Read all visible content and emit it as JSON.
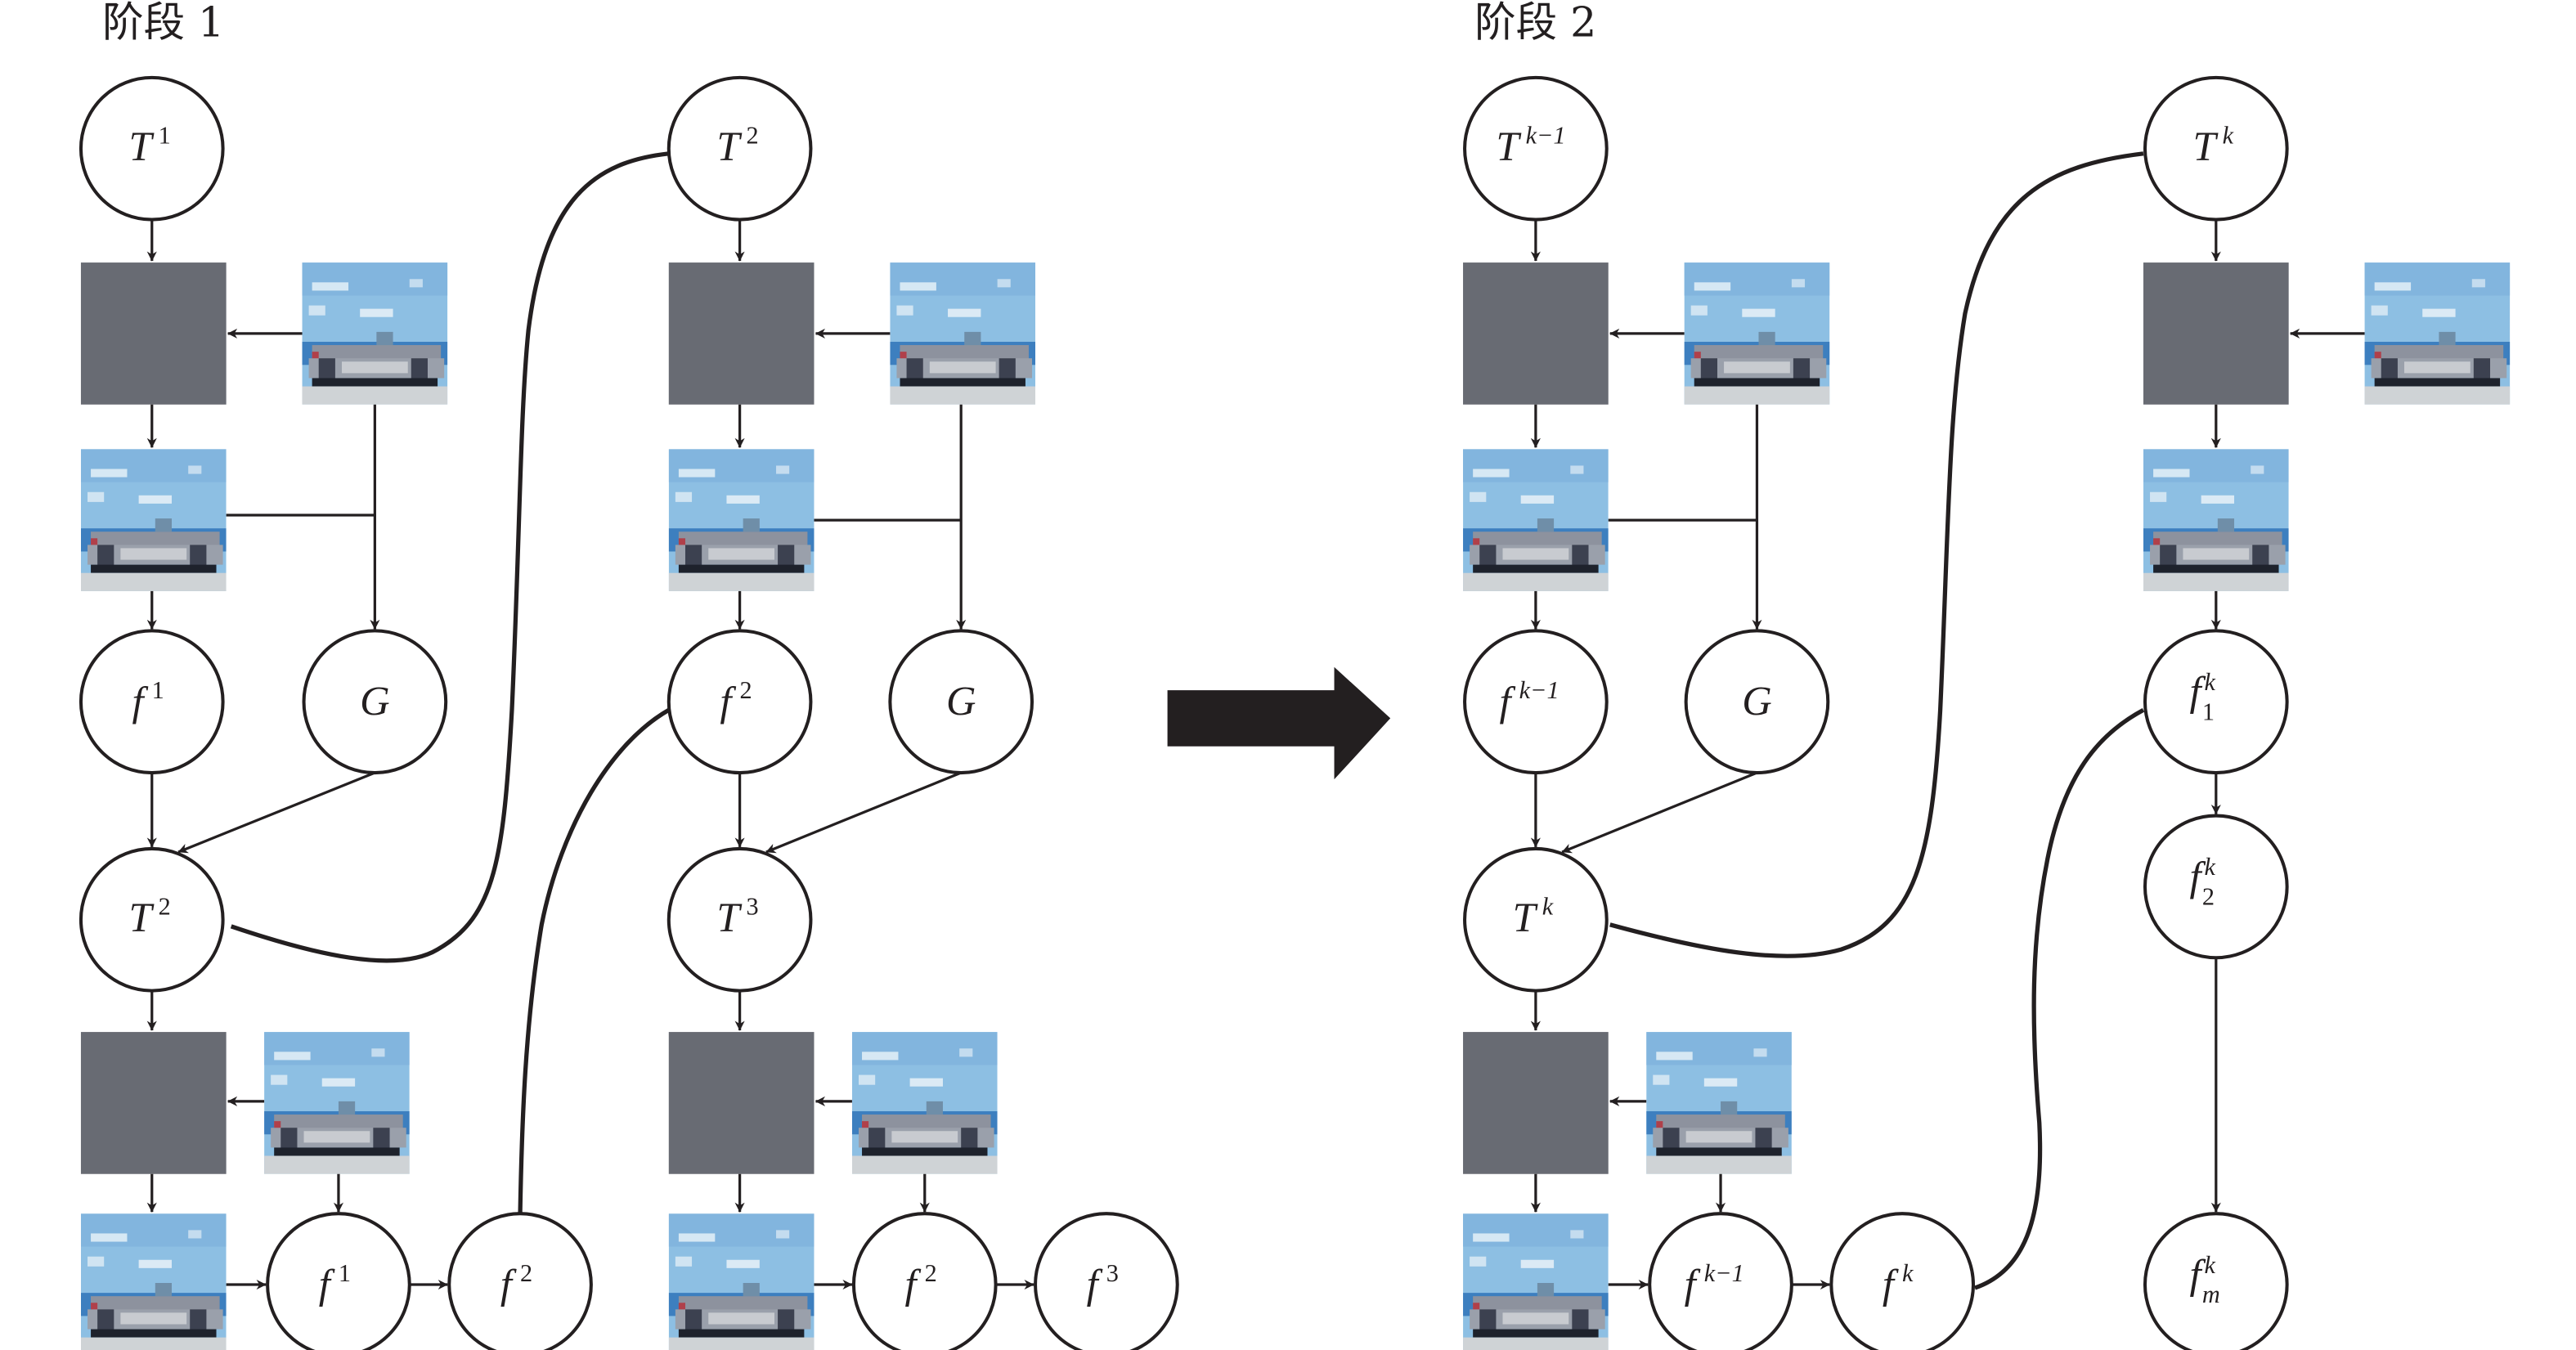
{
  "stages": [
    {
      "title": "阶段 1"
    },
    {
      "title": "阶段 2"
    }
  ],
  "colors": {
    "ink": "#231f20",
    "model_box": "#686b73",
    "sky": "#8dbfe3",
    "sea": "#3d7fbf",
    "road": "#cfd3d6",
    "car": "#8d929e"
  },
  "nodes": {
    "s1_T1": {
      "base": "T",
      "sup": "1"
    },
    "s1_f1": {
      "base": "f",
      "sup": "1"
    },
    "s1_G": {
      "base": "G"
    },
    "s1_T2_low": {
      "base": "T",
      "sup": "2"
    },
    "s1_f1_bot": {
      "base": "f",
      "sup": "1"
    },
    "s1_f2_bot": {
      "base": "f",
      "sup": "2"
    },
    "s1_T2_top": {
      "base": "T",
      "sup": "2"
    },
    "s1_f2": {
      "base": "f",
      "sup": "2"
    },
    "s1_G2": {
      "base": "G"
    },
    "s1_T3": {
      "base": "T",
      "sup": "3"
    },
    "s1_f2_bot2": {
      "base": "f",
      "sup": "2"
    },
    "s1_f3_bot": {
      "base": "f",
      "sup": "3"
    },
    "s2_Tk1": {
      "base": "T",
      "sup": "k−1"
    },
    "s2_fk1": {
      "base": "f",
      "sup": "k−1"
    },
    "s2_G": {
      "base": "G"
    },
    "s2_Tk_low": {
      "base": "T",
      "sup": "k"
    },
    "s2_fk1_bot": {
      "base": "f",
      "sup": "k−1"
    },
    "s2_fk_bot": {
      "base": "f",
      "sup": "k"
    },
    "s2_Tk_top": {
      "base": "T",
      "sup": "k"
    },
    "s2_f1k": {
      "base": "f",
      "sup": "k",
      "sub": "1"
    },
    "s2_f2k": {
      "base": "f",
      "sup": "k",
      "sub": "2"
    },
    "s2_fmk": {
      "base": "f",
      "sup": "k",
      "sub": "m"
    }
  },
  "icons": {
    "model_block": "gray-square",
    "input_image": "car-photo-thumbnail",
    "transition_arrow": "thick-right-arrow"
  }
}
